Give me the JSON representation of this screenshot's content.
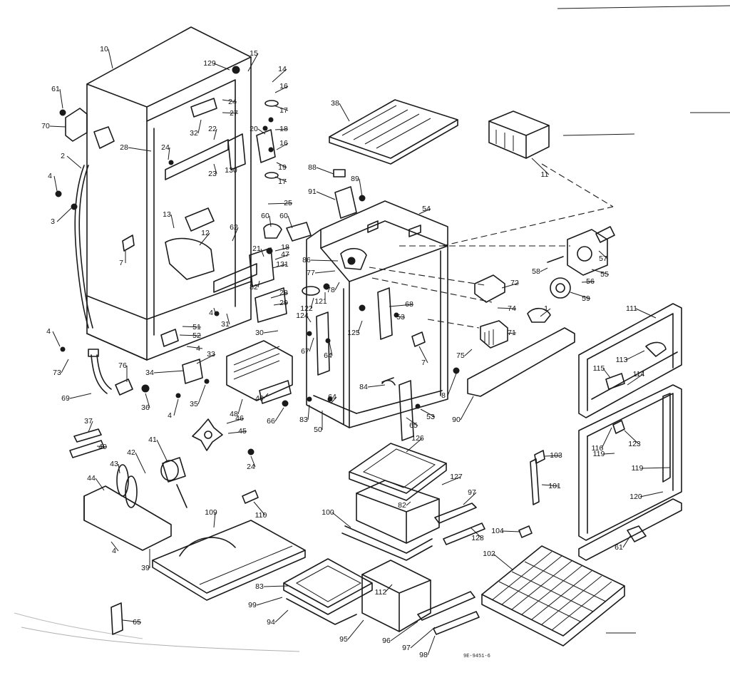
{
  "diagram": {
    "drawing_code": "9E-9451-6",
    "callouts": [
      {
        "id": "c10",
        "text": "10"
      },
      {
        "id": "c15",
        "text": "15"
      },
      {
        "id": "c129",
        "text": "129"
      },
      {
        "id": "c14",
        "text": "14"
      },
      {
        "id": "c61a",
        "text": "61"
      },
      {
        "id": "c70",
        "text": "70"
      },
      {
        "id": "c16a",
        "text": "16"
      },
      {
        "id": "c17a",
        "text": "17"
      },
      {
        "id": "c24a",
        "text": "24"
      },
      {
        "id": "c27",
        "text": "27"
      },
      {
        "id": "c32",
        "text": "32"
      },
      {
        "id": "c20",
        "text": "20"
      },
      {
        "id": "c18a",
        "text": "18"
      },
      {
        "id": "c28a",
        "text": "28"
      },
      {
        "id": "c22a",
        "text": "22"
      },
      {
        "id": "c16b",
        "text": "16"
      },
      {
        "id": "c24b",
        "text": "24"
      },
      {
        "id": "c23",
        "text": "23"
      },
      {
        "id": "c130",
        "text": "130"
      },
      {
        "id": "c19",
        "text": "19"
      },
      {
        "id": "c2",
        "text": "2"
      },
      {
        "id": "c17b",
        "text": "17"
      },
      {
        "id": "c4a",
        "text": "4"
      },
      {
        "id": "c25",
        "text": "25"
      },
      {
        "id": "c3",
        "text": "3"
      },
      {
        "id": "c13",
        "text": "13"
      },
      {
        "id": "c60a",
        "text": "60"
      },
      {
        "id": "c60b",
        "text": "60"
      },
      {
        "id": "c12",
        "text": "12"
      },
      {
        "id": "c62",
        "text": "62"
      },
      {
        "id": "c7a",
        "text": "7"
      },
      {
        "id": "c21",
        "text": "21"
      },
      {
        "id": "c18b",
        "text": "18"
      },
      {
        "id": "c47",
        "text": "47"
      },
      {
        "id": "c131",
        "text": "131"
      },
      {
        "id": "c82a",
        "text": "82"
      },
      {
        "id": "c28b",
        "text": "28"
      },
      {
        "id": "c29",
        "text": "29"
      },
      {
        "id": "c4b",
        "text": "4"
      },
      {
        "id": "c31",
        "text": "31"
      },
      {
        "id": "c51",
        "text": "51"
      },
      {
        "id": "c52",
        "text": "52"
      },
      {
        "id": "c4c",
        "text": "4"
      },
      {
        "id": "c30",
        "text": "30"
      },
      {
        "id": "c4d",
        "text": "4"
      },
      {
        "id": "c73",
        "text": "73"
      },
      {
        "id": "c33",
        "text": "33"
      },
      {
        "id": "c76",
        "text": "76"
      },
      {
        "id": "c34",
        "text": "34"
      },
      {
        "id": "c69",
        "text": "69"
      },
      {
        "id": "c36",
        "text": "36"
      },
      {
        "id": "c4e",
        "text": "4"
      },
      {
        "id": "c35",
        "text": "35"
      },
      {
        "id": "c48",
        "text": "48"
      },
      {
        "id": "c49",
        "text": "49"
      },
      {
        "id": "c66a",
        "text": "66"
      },
      {
        "id": "c38",
        "text": "38"
      },
      {
        "id": "c11",
        "text": "11"
      },
      {
        "id": "c88",
        "text": "88"
      },
      {
        "id": "c89",
        "text": "89"
      },
      {
        "id": "c91",
        "text": "91"
      },
      {
        "id": "c54",
        "text": "54"
      },
      {
        "id": "c86",
        "text": "86"
      },
      {
        "id": "c77",
        "text": "77"
      },
      {
        "id": "c78",
        "text": "78"
      },
      {
        "id": "c122",
        "text": "122"
      },
      {
        "id": "c121",
        "text": "121"
      },
      {
        "id": "c124",
        "text": "124"
      },
      {
        "id": "c68",
        "text": "68"
      },
      {
        "id": "c53a",
        "text": "53"
      },
      {
        "id": "c125",
        "text": "125"
      },
      {
        "id": "c67",
        "text": "67"
      },
      {
        "id": "c64a",
        "text": "64"
      },
      {
        "id": "c84",
        "text": "84"
      },
      {
        "id": "c64b",
        "text": "64"
      },
      {
        "id": "c83a",
        "text": "83"
      },
      {
        "id": "c50",
        "text": "50"
      },
      {
        "id": "c53b",
        "text": "53"
      },
      {
        "id": "c65a",
        "text": "65"
      },
      {
        "id": "c57",
        "text": "57"
      },
      {
        "id": "c58",
        "text": "58"
      },
      {
        "id": "c55",
        "text": "55"
      },
      {
        "id": "c56",
        "text": "56"
      },
      {
        "id": "c59",
        "text": "59"
      },
      {
        "id": "c72",
        "text": "72"
      },
      {
        "id": "c74",
        "text": "74"
      },
      {
        "id": "c1",
        "text": "1"
      },
      {
        "id": "c71",
        "text": "71"
      },
      {
        "id": "c75",
        "text": "75"
      },
      {
        "id": "c7b",
        "text": "7"
      },
      {
        "id": "c8",
        "text": "8"
      },
      {
        "id": "c90",
        "text": "90"
      },
      {
        "id": "c111",
        "text": "111"
      },
      {
        "id": "c113",
        "text": "113"
      },
      {
        "id": "c115",
        "text": "115"
      },
      {
        "id": "c114",
        "text": "114"
      },
      {
        "id": "c116",
        "text": "116"
      },
      {
        "id": "c123",
        "text": "123"
      },
      {
        "id": "c119a",
        "text": "119"
      },
      {
        "id": "c119b",
        "text": "119"
      },
      {
        "id": "c103",
        "text": "103"
      },
      {
        "id": "c101",
        "text": "101"
      },
      {
        "id": "c120",
        "text": "120"
      },
      {
        "id": "c104",
        "text": "104"
      },
      {
        "id": "c61b",
        "text": "61"
      },
      {
        "id": "c37",
        "text": "37"
      },
      {
        "id": "c46",
        "text": "46"
      },
      {
        "id": "c45",
        "text": "45"
      },
      {
        "id": "c40",
        "text": "40"
      },
      {
        "id": "c41",
        "text": "41"
      },
      {
        "id": "c42",
        "text": "42"
      },
      {
        "id": "c43",
        "text": "43"
      },
      {
        "id": "c24c",
        "text": "24"
      },
      {
        "id": "c44",
        "text": "44"
      },
      {
        "id": "c110",
        "text": "110"
      },
      {
        "id": "c4f",
        "text": "4"
      },
      {
        "id": "c39",
        "text": "39"
      },
      {
        "id": "c109",
        "text": "109"
      },
      {
        "id": "c126",
        "text": "126"
      },
      {
        "id": "c127",
        "text": "127"
      },
      {
        "id": "c82b",
        "text": "82"
      },
      {
        "id": "c97a",
        "text": "97"
      },
      {
        "id": "c100",
        "text": "100"
      },
      {
        "id": "c128",
        "text": "128"
      },
      {
        "id": "c102",
        "text": "102"
      },
      {
        "id": "c83b",
        "text": "83"
      },
      {
        "id": "c112",
        "text": "112"
      },
      {
        "id": "c99",
        "text": "99"
      },
      {
        "id": "c94",
        "text": "94"
      },
      {
        "id": "c95",
        "text": "95"
      },
      {
        "id": "c96",
        "text": "96"
      },
      {
        "id": "c97b",
        "text": "97"
      },
      {
        "id": "c98",
        "text": "98"
      },
      {
        "id": "c65b",
        "text": "65"
      }
    ]
  }
}
